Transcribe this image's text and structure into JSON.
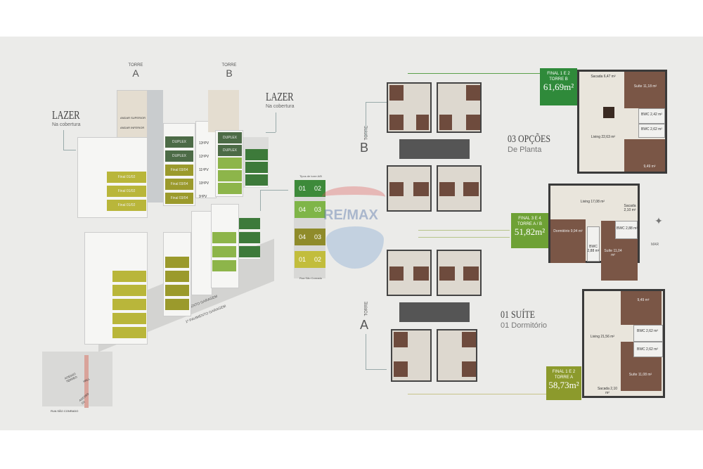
{
  "building": {
    "torre_a": {
      "top": "TORRE",
      "letter": "A"
    },
    "torre_b": {
      "top": "TORRE",
      "letter": "B"
    },
    "lazer_left": {
      "title": "LAZER",
      "sub": "Na cobertura"
    },
    "lazer_right": {
      "title": "LAZER",
      "sub": "Na cobertura"
    },
    "andar_superior": "ANDAR SUPERIOR",
    "andar_inferior": "ANDAR INFERIOR",
    "duplex": "DUPLEX",
    "floors": [
      "13ºPV",
      "12ºPV",
      "11ºPV",
      "10ºPV",
      "9ºPV"
    ],
    "finals_a": [
      "Final 01/02",
      "Final 01/02",
      "Final 01/02"
    ],
    "finals_mid": [
      "Final 03/04",
      "Final 03/04",
      "Final 03/04"
    ],
    "garagem_2": "2º PAVIMENTO GARAGEM",
    "garagem_1": "1º PAVIMENTO GARAGEM",
    "acesso_terreo": "ACESSO TÉRREO",
    "hall": "HALL",
    "acesso_g1": "ACESSO G1",
    "rua": "RUA SÃO CONRADO"
  },
  "legend": {
    "title": "Tipos de torre A/B",
    "units": [
      [
        "01",
        "02"
      ],
      [
        "04",
        "03"
      ],
      [
        "04",
        "03"
      ],
      [
        "01",
        "02"
      ]
    ],
    "street": "Rua São Conrado",
    "colors": [
      "#3d8a3a",
      "#7fb548",
      "#8f8b2a",
      "#c2bd3c"
    ]
  },
  "watermark": "RE/MAX",
  "center": {
    "torre_b": {
      "top": "TORRE",
      "letter": "B"
    },
    "torre_a": {
      "top": "TORRE",
      "letter": "A"
    }
  },
  "options": [
    {
      "title": "03 OPÇÕES",
      "sub": "De Planta"
    },
    {
      "title": "01 SUÍTE",
      "sub": "01 Dormitório"
    }
  ],
  "plans": [
    {
      "tag_line1": "FINAL 1 E 2",
      "tag_line2": "TORRE B",
      "area": "61,69m²",
      "tag_color": "#2f8a3a",
      "rooms": {
        "sacada": "Sacada 6,47 m²",
        "suite": "Suíte 11,18 m²",
        "bwc1": "BWC 2,42 m²",
        "bwc2": "BWC 2,62 m²",
        "living": "Living 22,63 m²",
        "dorm": "9,49 m²"
      }
    },
    {
      "tag_line1": "FINAL 3 E 4",
      "tag_line2": "TORRE A / B",
      "area": "51,82m²",
      "tag_color": "#6ea135",
      "rooms": {
        "living": "Living 17,08 m²",
        "sacada": "Sacada 2,10 m²",
        "dorm": "Dormitório 9,94 m²",
        "bwc1": "BWC 2,88 m²",
        "bwc2": "BWC 2,88 m²",
        "suite": "Suíte 11,04 m²"
      }
    },
    {
      "tag_line1": "FINAL 1 E 2",
      "tag_line2": "TORRE A",
      "area": "58,73m²",
      "tag_color": "#8c9a2c",
      "rooms": {
        "dorm": "9,49 m²",
        "bwc1": "BWC 2,62 m²",
        "bwc2": "BWC 2,62 m²",
        "living": "Living 21,56 m²",
        "suite": "Suíte 11,08 m²",
        "sacada": "Sacada 2,10 m²"
      }
    }
  ],
  "compass": "MAR"
}
